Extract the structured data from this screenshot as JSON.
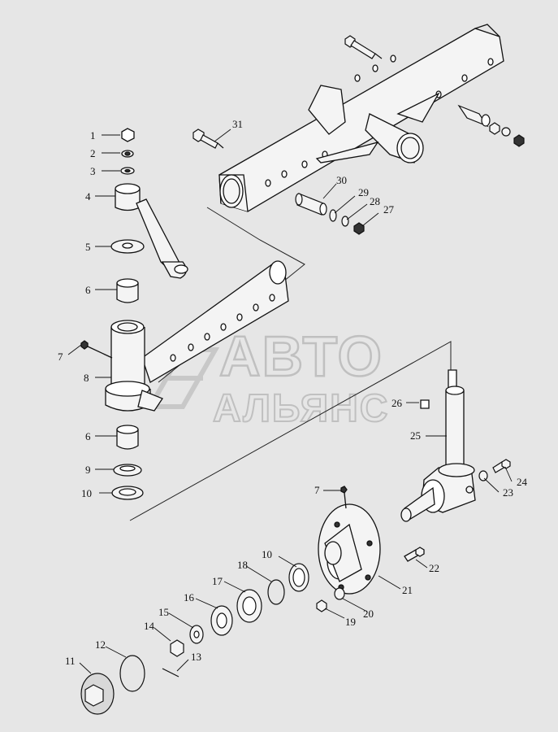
{
  "diagram": {
    "callouts": [
      {
        "id": "1",
        "text": "1"
      },
      {
        "id": "2",
        "text": "2"
      },
      {
        "id": "3",
        "text": "3"
      },
      {
        "id": "4",
        "text": "4"
      },
      {
        "id": "5",
        "text": "5"
      },
      {
        "id": "6a",
        "text": "6"
      },
      {
        "id": "7a",
        "text": "7"
      },
      {
        "id": "8",
        "text": "8"
      },
      {
        "id": "6b",
        "text": "6"
      },
      {
        "id": "9",
        "text": "9"
      },
      {
        "id": "10a",
        "text": "10"
      },
      {
        "id": "31",
        "text": "31"
      },
      {
        "id": "30",
        "text": "30"
      },
      {
        "id": "29",
        "text": "29"
      },
      {
        "id": "28",
        "text": "28"
      },
      {
        "id": "27",
        "text": "27"
      },
      {
        "id": "26",
        "text": "26"
      },
      {
        "id": "25",
        "text": "25"
      },
      {
        "id": "24",
        "text": "24"
      },
      {
        "id": "23",
        "text": "23"
      },
      {
        "id": "7b",
        "text": "7"
      },
      {
        "id": "22",
        "text": "22"
      },
      {
        "id": "21",
        "text": "21"
      },
      {
        "id": "10b",
        "text": "10"
      },
      {
        "id": "18",
        "text": "18"
      },
      {
        "id": "17",
        "text": "17"
      },
      {
        "id": "16",
        "text": "16"
      },
      {
        "id": "15",
        "text": "15"
      },
      {
        "id": "14",
        "text": "14"
      },
      {
        "id": "20",
        "text": "20"
      },
      {
        "id": "19",
        "text": "19"
      },
      {
        "id": "13",
        "text": "13"
      },
      {
        "id": "12",
        "text": "12"
      },
      {
        "id": "11",
        "text": "11"
      }
    ]
  },
  "watermark": {
    "line1": "АВТО",
    "line2": "АЛЬЯНС"
  },
  "colors": {
    "background": "#e6e6e6",
    "ink": "#111111",
    "watermark": "#c4c4c4"
  }
}
